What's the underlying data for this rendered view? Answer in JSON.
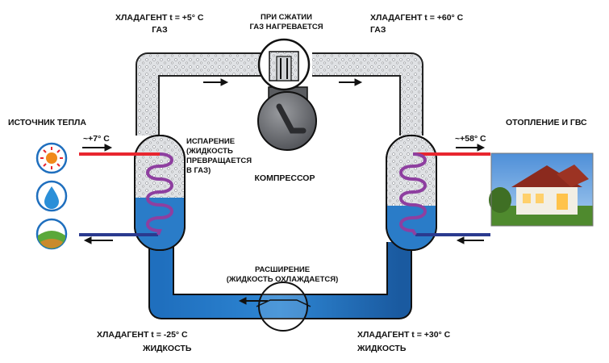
{
  "labels": {
    "top_left_line1": "ХЛАДАГЕНТ t = +5° С",
    "top_left_line2": "ГАЗ",
    "compress_line1": "ПРИ СЖАТИИ",
    "compress_line2": "ГАЗ НАГРЕВАЕТСЯ",
    "top_right_line1": "ХЛАДАГЕНТ t = +60° С",
    "top_right_line2": "ГАЗ",
    "heat_source": "ИСТОЧНИК ТЕПЛА",
    "heating": "ОТОПЛЕНИЕ И ГВС",
    "temp_in_left": "~+7° С",
    "temp_out_right": "~+58° С",
    "evap_line1": "ИСПАРЕНИЕ",
    "evap_line2": "(ЖИДКОСТЬ",
    "evap_line3": "ПРЕВРАЩАЕТСЯ",
    "evap_line4": "В ГАЗ)",
    "compressor": "КОМПРЕССОР",
    "expansion_line1": "РАСШИРЕНИЕ",
    "expansion_line2": "(ЖИДКОСТЬ ОХЛАЖДАЕТСЯ)",
    "bottom_left_line1": "ХЛАДАГЕНТ t = -25° С",
    "bottom_left_line2": "ЖИДКОСТЬ",
    "bottom_right_line1": "ХЛАДАГЕНТ t = +30° С",
    "bottom_right_line2": "ЖИДКОСТЬ"
  },
  "icons": [
    "sun-icon",
    "water-drop-icon",
    "earth-icon",
    "house-photo"
  ],
  "colors": {
    "liquid": "#1a63ad",
    "gas_pipe": "#e2e4e7",
    "hot_line": "#e8262f",
    "cold_line": "#2a3a8f",
    "coil": "#8e3fa0",
    "compressor": "#6a6c70"
  }
}
